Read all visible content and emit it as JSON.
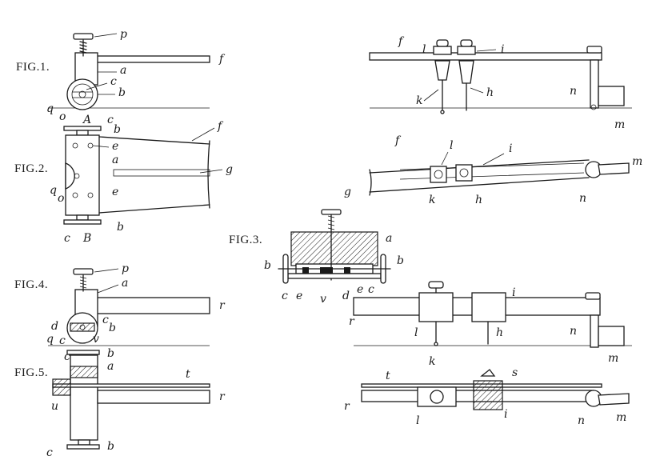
{
  "figures": {
    "fig1": "FIG.1.",
    "fig2": "FIG.2.",
    "fig3": "FIG.3.",
    "fig4": "FIG.4.",
    "fig5": "FIG.5."
  },
  "labels": {
    "p": "p",
    "a": "a",
    "b": "b",
    "c": "c",
    "d": "d",
    "e": "e",
    "f": "f",
    "g": "g",
    "h": "h",
    "i": "i",
    "k": "k",
    "l": "l",
    "m": "m",
    "n": "n",
    "o": "o",
    "q": "q",
    "r": "r",
    "s": "s",
    "t": "t",
    "u": "u",
    "v": "v",
    "A": "A",
    "B": "B"
  }
}
